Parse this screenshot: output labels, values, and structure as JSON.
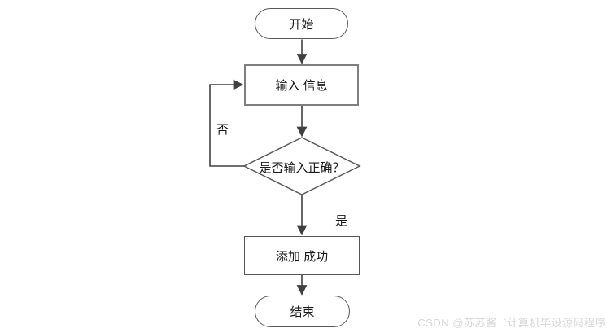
{
  "diagram": {
    "type": "flowchart",
    "nodes": {
      "start": {
        "label": "开始",
        "shape": "terminator"
      },
      "input": {
        "label": "输入 信息",
        "shape": "process"
      },
      "decision": {
        "label": "是否输入正确？",
        "shape": "decision"
      },
      "success": {
        "label": "添加 成功",
        "shape": "process"
      },
      "end": {
        "label": "结束",
        "shape": "terminator"
      }
    },
    "edges": [
      {
        "from": "start",
        "to": "input",
        "label": ""
      },
      {
        "from": "input",
        "to": "decision",
        "label": ""
      },
      {
        "from": "decision",
        "to": "input",
        "label": "否"
      },
      {
        "from": "decision",
        "to": "success",
        "label": "是"
      },
      {
        "from": "success",
        "to": "end",
        "label": ""
      }
    ],
    "edge_labels": {
      "no": "否",
      "yes": "是"
    }
  },
  "watermark": {
    "text": "CSDN @苏苏酱  `计算机毕设源码程序"
  },
  "colors": {
    "background": "#ffffff",
    "node_border": "#595959",
    "process1_border": "#7f7f7f",
    "connector": "#404040",
    "text": "#1a1a1a",
    "watermark": "#d6d6d6"
  }
}
